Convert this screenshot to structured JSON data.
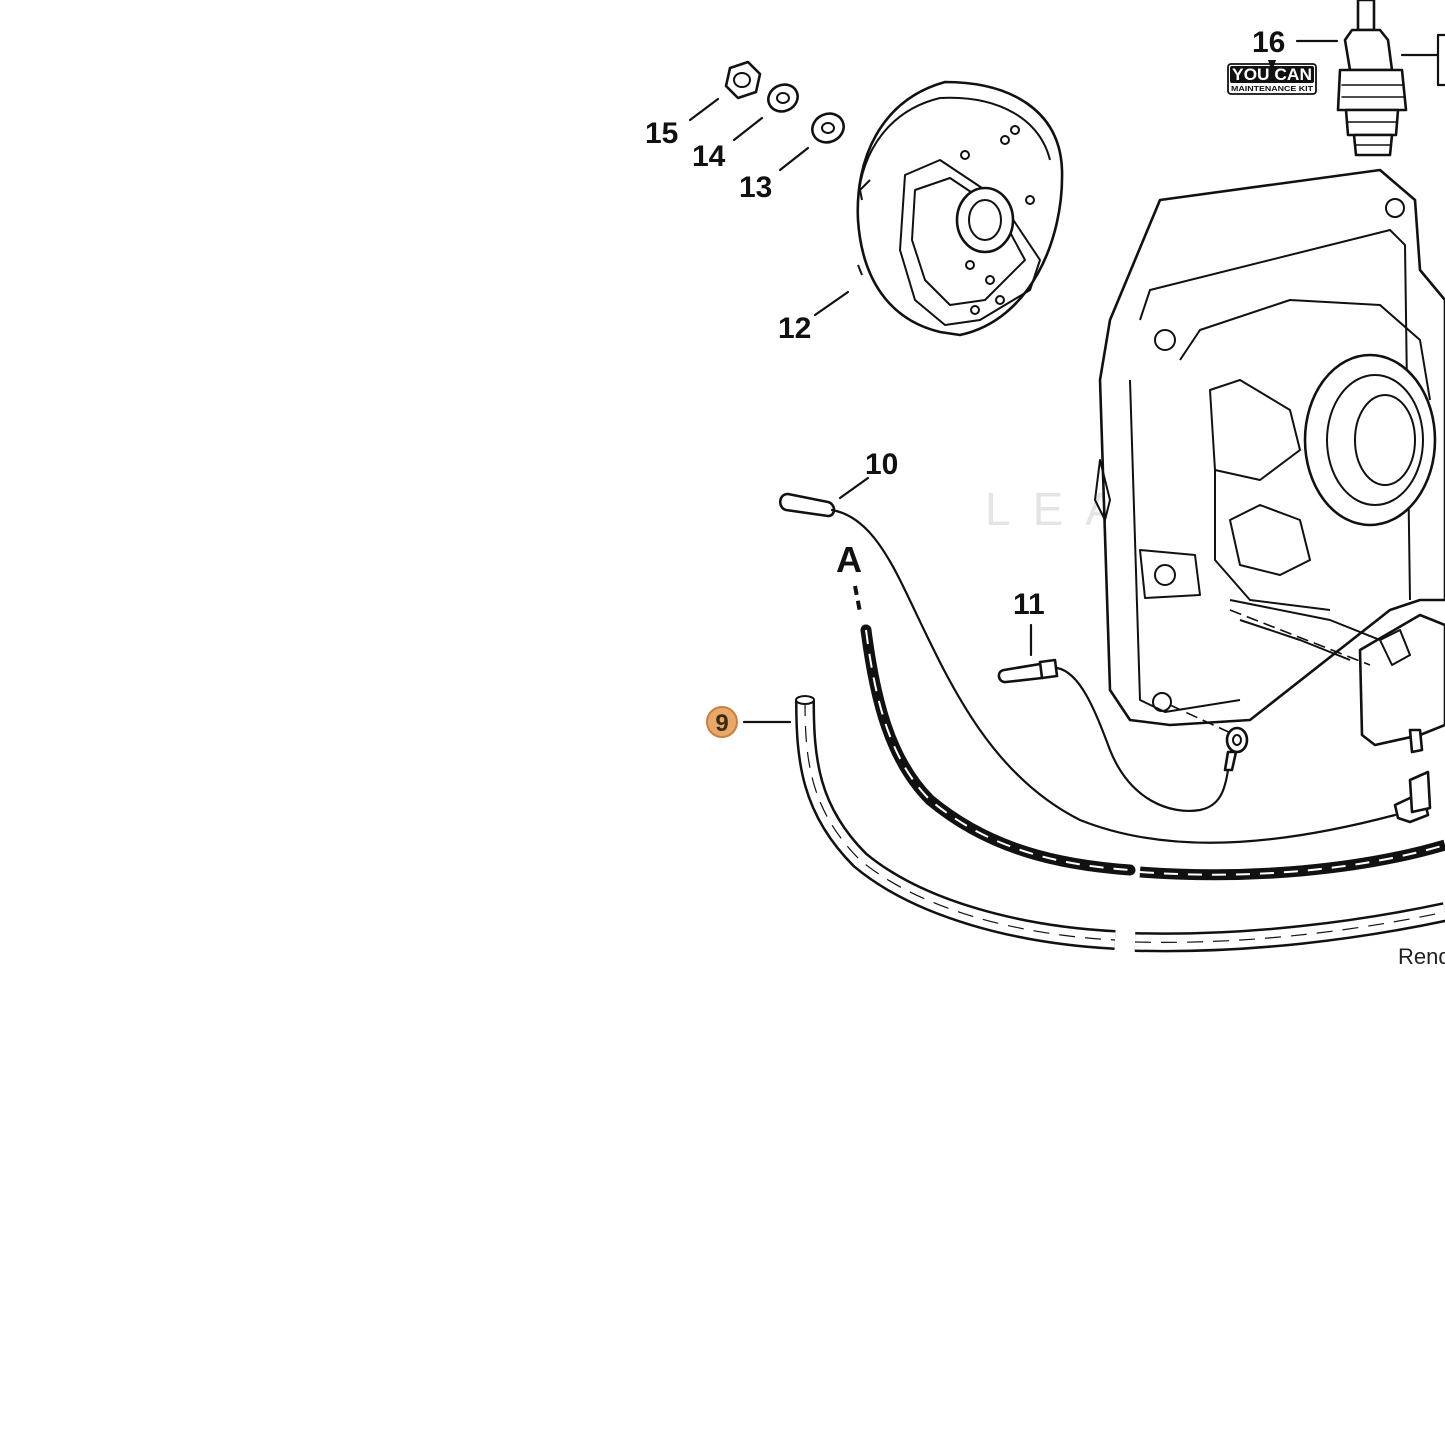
{
  "diagram": {
    "callouts": [
      {
        "id": "16",
        "label": "16"
      },
      {
        "id": "15",
        "label": "15"
      },
      {
        "id": "14",
        "label": "14"
      },
      {
        "id": "13",
        "label": "13"
      },
      {
        "id": "12",
        "label": "12"
      },
      {
        "id": "10",
        "label": "10"
      },
      {
        "id": "11",
        "label": "11"
      },
      {
        "id": "9",
        "label": "9",
        "highlighted": true
      }
    ],
    "connector_label": "A",
    "logo": {
      "main": "YOU CAN",
      "sub": "MAINTENANCE KIT"
    },
    "watermark": "LEADVENTU",
    "footer_text": "Rend",
    "highlight_color": "#e8a86a"
  }
}
